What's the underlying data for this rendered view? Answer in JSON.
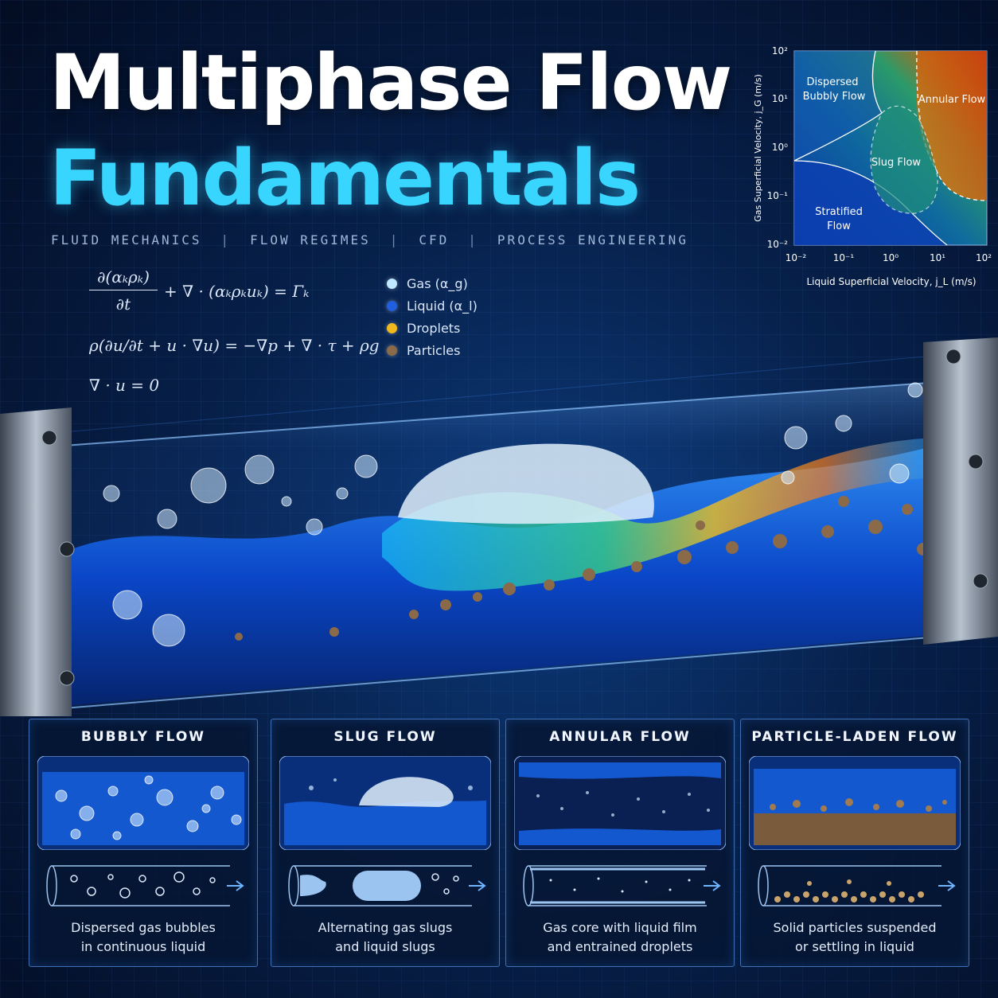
{
  "title": {
    "line1": "Multiphase Flow",
    "line2": "Fundamentals"
  },
  "tags": [
    "FLUID MECHANICS",
    "FLOW REGIMES",
    "CFD",
    "PROCESS ENGINEERING"
  ],
  "tag_separator": "|",
  "equations": {
    "continuity_numerator": "∂(αₖρₖ)",
    "continuity_denominator": "∂t",
    "continuity_rest": "+ ∇ · (αₖρₖuₖ) = Γₖ",
    "momentum": "ρ(∂u/∂t + u · ∇u) = −∇p + ∇ · τ + ρg",
    "incompressible": "∇ · u = 0"
  },
  "legend": [
    {
      "label": "Gas (α_g)",
      "color": "#bfe9ff"
    },
    {
      "label": "Liquid (α_l)",
      "color": "#1f5fe0"
    },
    {
      "label": "Droplets",
      "color": "#f0b81c"
    },
    {
      "label": "Particles",
      "color": "#8a6a48"
    }
  ],
  "flow_map": {
    "y_axis_label": "Gas Superficial Velocity, j_G (m/s)",
    "x_axis_label": "Liquid Superficial Velocity, j_L (m/s)",
    "y_ticks": [
      "10²",
      "10¹",
      "10⁰",
      "10⁻¹",
      "10⁻²"
    ],
    "x_ticks": [
      "10⁻²",
      "10⁻¹",
      "10⁰",
      "10¹",
      "10²"
    ],
    "regions": {
      "dispersed_line1": "Dispersed",
      "dispersed_line2": "Bubbly Flow",
      "annular": "Annular Flow",
      "slug": "Slug Flow",
      "stratified_line1": "Stratified",
      "stratified_line2": "Flow"
    }
  },
  "cards": [
    {
      "title": "BUBBLY FLOW",
      "desc_line1": "Dispersed gas bubbles",
      "desc_line2": "in continuous liquid"
    },
    {
      "title": "SLUG FLOW",
      "desc_line1": "Alternating gas slugs",
      "desc_line2": "and liquid slugs"
    },
    {
      "title": "ANNULAR FLOW",
      "desc_line1": "Gas core with liquid film",
      "desc_line2": "and entrained droplets"
    },
    {
      "title": "PARTICLE-LADEN FLOW",
      "desc_line1": "Solid particles suspended",
      "desc_line2": "or settling in liquid"
    }
  ]
}
